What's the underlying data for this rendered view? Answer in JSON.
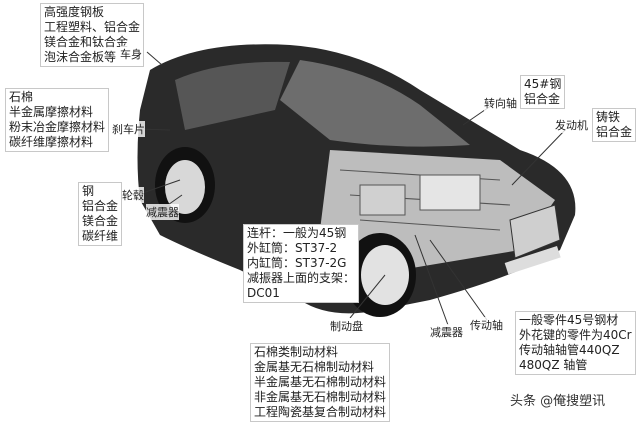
{
  "boxes": {
    "body": [
      "高强度钢板",
      "工程塑料、铝合金",
      "镁合金和钛合金",
      "泡沫合金板等"
    ],
    "brake_pad": [
      "石棉",
      "半金属摩擦材料",
      "粉末冶金摩擦材料",
      "碳纤维摩擦材料"
    ],
    "hub": [
      "钢",
      "铝合金",
      "镁合金",
      "碳纤维"
    ],
    "shock": [
      "连杆：一般为45钢",
      "外缸筒：ST37-2",
      "内缸筒：ST37-2G",
      "减振器上面的支架：",
      "DC01"
    ],
    "brake_disc": [
      "石棉类制动材料",
      "金属基无石棉制动材料",
      "半金属基无石棉制动材料",
      "非金属基无石棉制动材料",
      "工程陶瓷基复合制动材料"
    ],
    "driveshaft": [
      "一般零件45号钢材",
      "外花键的零件为40Cr",
      "传动轴轴管440QZ",
      "480QZ 轴管"
    ],
    "steering": [
      "45#钢",
      "铝合金"
    ],
    "engine": [
      "铸铁",
      "铝合金"
    ]
  },
  "labels": {
    "body": "车身",
    "brake_pad": "刹车片",
    "hub": "轮毂",
    "shock_front": "减震器",
    "steering": "转向轴",
    "engine": "发动机",
    "brake_disc": "制动盘",
    "shock_rear": "减震器",
    "driveshaft": "传动轴"
  },
  "watermark": "头条 @俺搜塑讯"
}
